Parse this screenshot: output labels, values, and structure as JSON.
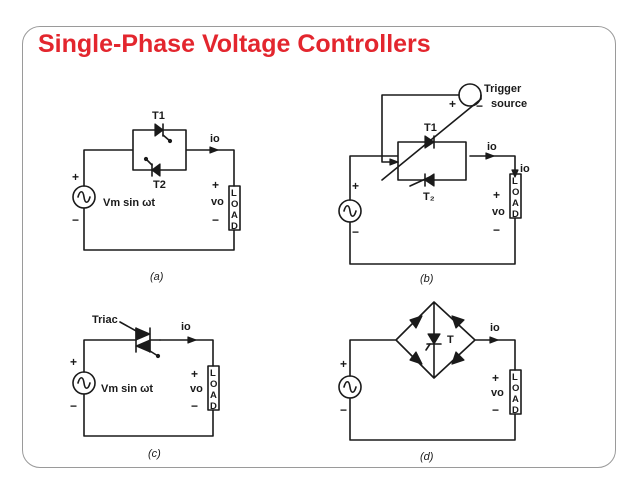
{
  "slide": {
    "title": "Single-Phase Voltage Controllers",
    "title_color": "#e3262e",
    "border_color": "#9a9a9a"
  },
  "circuits": {
    "a": {
      "caption": "(a)",
      "thyristor_1": "T1",
      "thyristor_2": "T2",
      "current": "io",
      "source": "Vm sin ωt",
      "output_voltage": "vo",
      "load": [
        "L",
        "O",
        "A",
        "D"
      ]
    },
    "b": {
      "caption": "(b)",
      "thyristor_1": "T1",
      "thyristor_2": "T₂",
      "current_1": "io",
      "current_2": "io",
      "trigger_line_1": "Trigger",
      "trigger_line_2": "source",
      "output_voltage": "vo",
      "load": [
        "L",
        "O",
        "A",
        "D"
      ]
    },
    "c": {
      "caption": "(c)",
      "device": "Triac",
      "current": "io",
      "source": "Vm sin ωt",
      "output_voltage": "vo",
      "load": [
        "L",
        "O",
        "A",
        "D"
      ]
    },
    "d": {
      "caption": "(d)",
      "thyristor": "T",
      "current": "io",
      "output_voltage": "vo",
      "load": [
        "L",
        "O",
        "A",
        "D"
      ]
    }
  }
}
